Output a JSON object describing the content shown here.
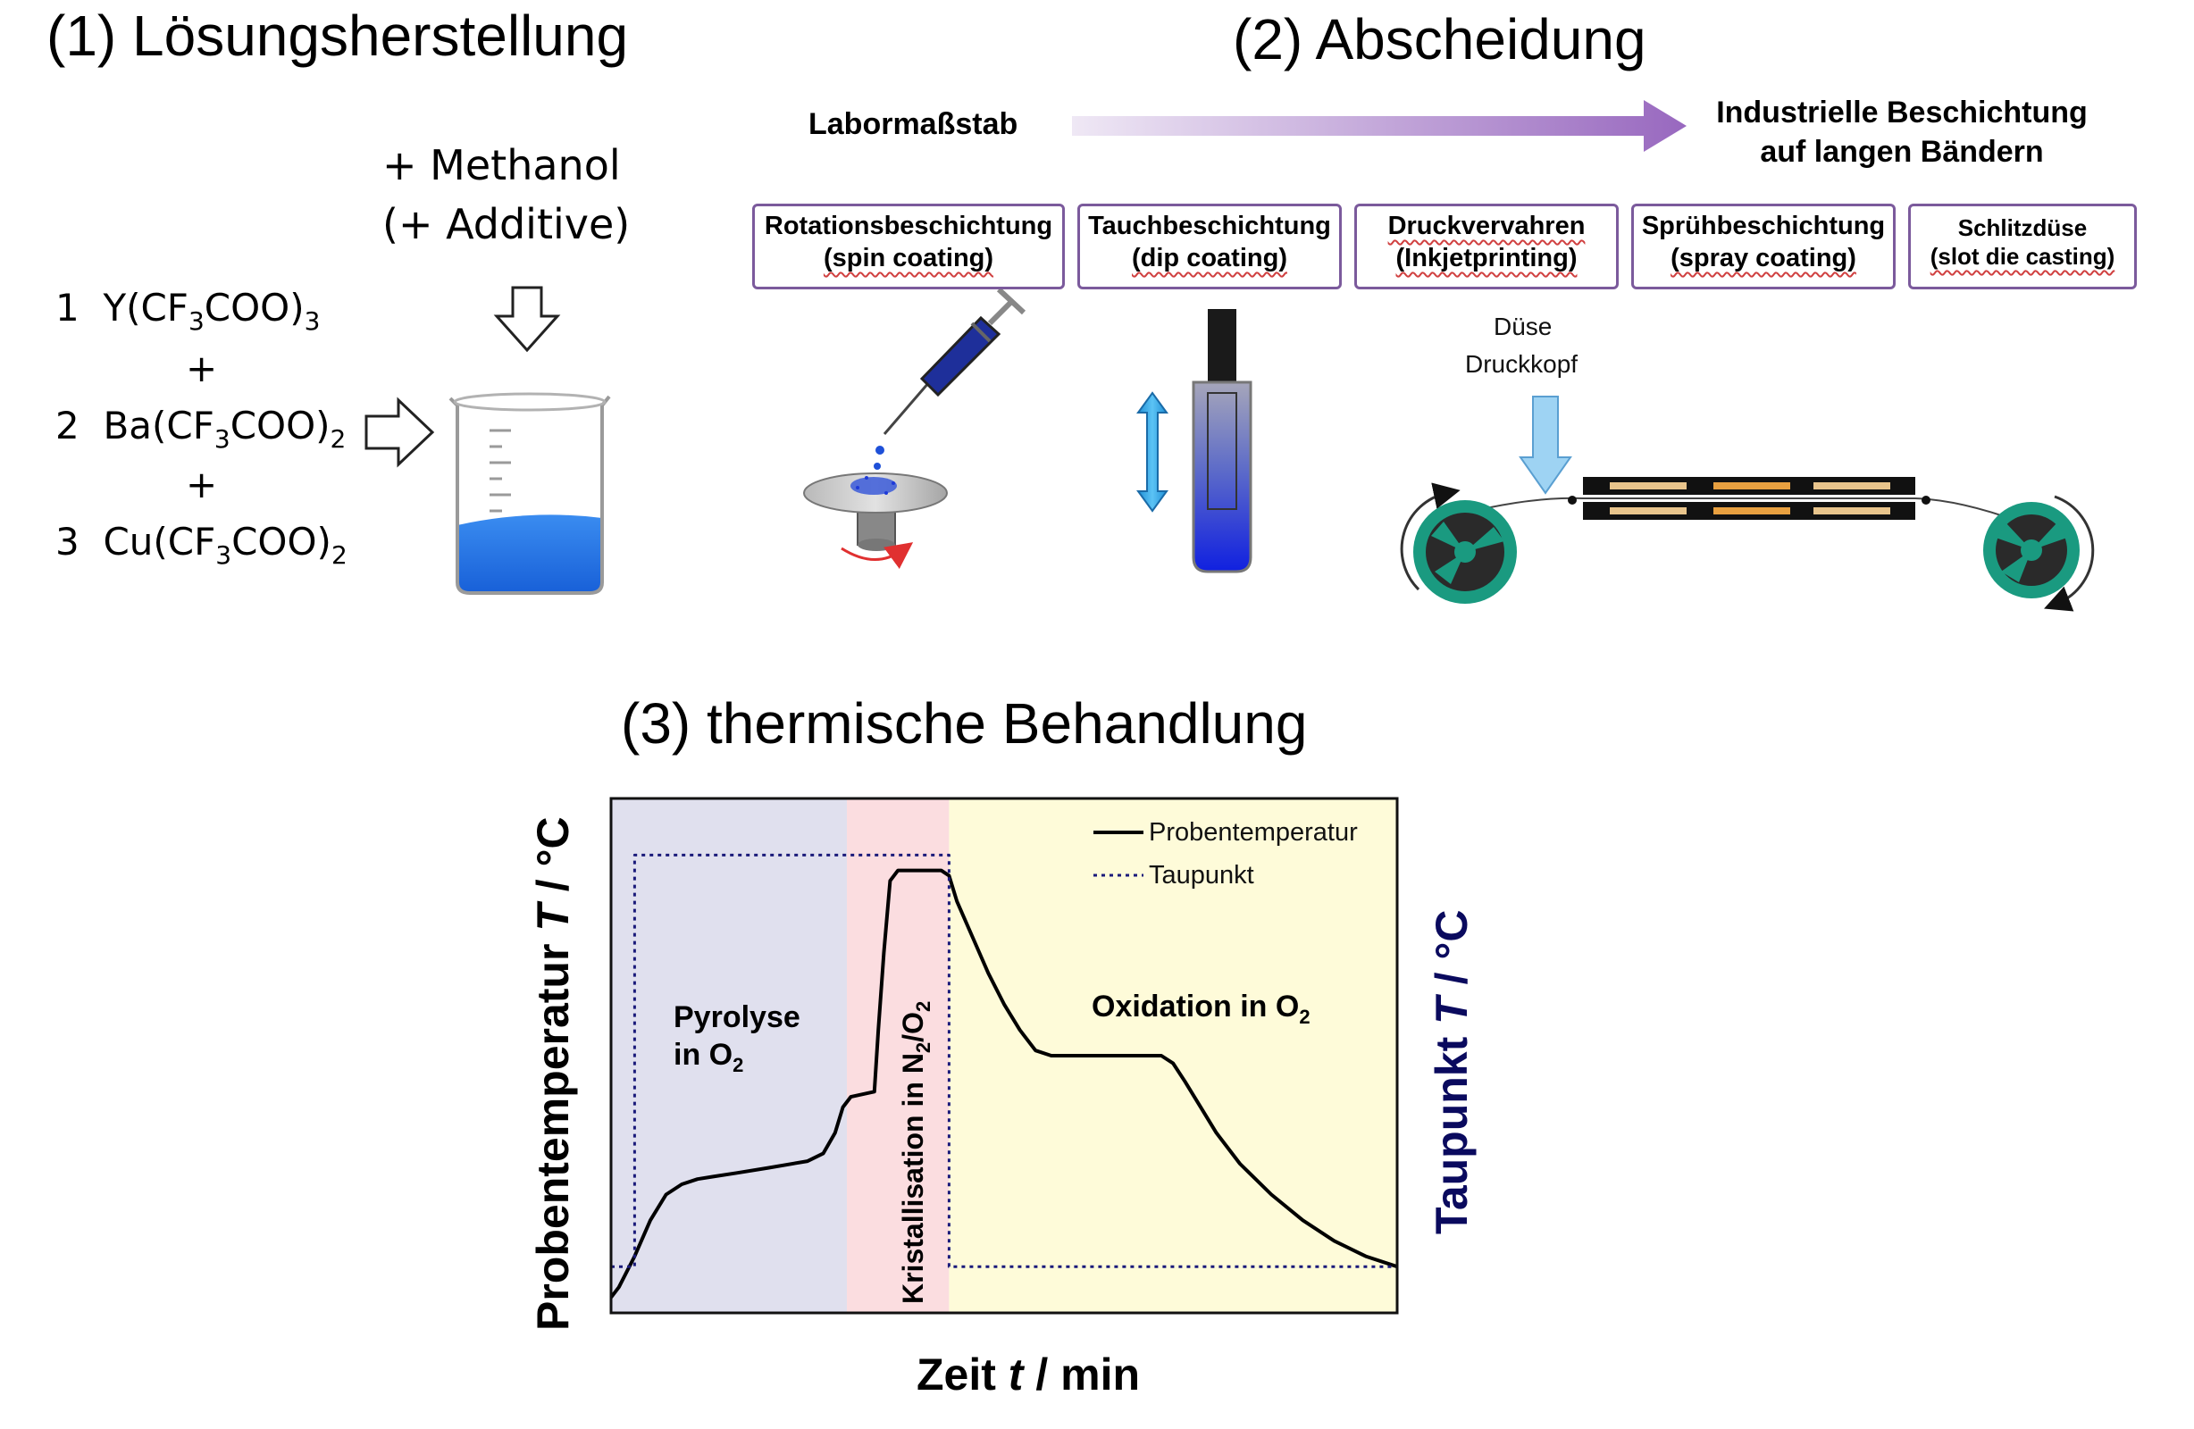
{
  "titles": {
    "s1": "(1) Lösungsherstellung",
    "s2": "(2) Abscheidung",
    "s3": "(3) thermische Behandlung"
  },
  "solution": {
    "additives_line1": "+ Methanol",
    "additives_line2": "(+ Additive)",
    "plus": "+",
    "r1_coef": "1",
    "r1_a": "Y(CF",
    "r1_s1": "3",
    "r1_b": "COO)",
    "r1_s2": "3",
    "r2_coef": "2",
    "r2_a": "Ba(CF",
    "r2_s1": "3",
    "r2_b": "COO)",
    "r2_s2": "2",
    "r3_coef": "3",
    "r3_a": "Cu(CF",
    "r3_s1": "3",
    "r3_b": "COO)",
    "r3_s2": "2"
  },
  "deposition": {
    "scale_left": "Labormaßstab",
    "scale_right_1": "Industrielle Beschichtung",
    "scale_right_2": "auf langen Bändern",
    "methods": [
      {
        "line1": "Rotationsbeschichtung",
        "line2": "(spin coating)",
        "fill": "#ffffff"
      },
      {
        "line1": "Tauchbeschichtung",
        "line2": "(dip coating)",
        "fill": "#ece6f2"
      },
      {
        "line1": "Druckvervahren",
        "line2": "(Inkjetprinting)",
        "fill": "#d9cde7"
      },
      {
        "line1": "Sprühbeschichtung",
        "line2": "(spray coating)",
        "fill": "#c9b5dc"
      },
      {
        "line1": "Schlitzdüse",
        "line2": "(slot die casting)",
        "fill": "#b9a0d1"
      }
    ],
    "nozzle_line1": "Düse",
    "nozzle_line2": "Druckkopf"
  },
  "chart_data": {
    "type": "line",
    "xlabel_pre": "Zeit ",
    "xlabel_var": "t",
    "xlabel_post": " / min",
    "ylabel_left_pre": "Probentemperatur ",
    "ylabel_left_var": "T",
    "ylabel_left_post": " / °C",
    "ylabel_right_pre": "Taupunkt ",
    "ylabel_right_var": "T",
    "ylabel_right_post": " / °C",
    "xlim": [
      0,
      100
    ],
    "ylim": [
      0,
      100
    ],
    "grid": false,
    "legend": "top-right",
    "regions": [
      {
        "x0": 0,
        "x1": 30,
        "color": "#e0e0ee"
      },
      {
        "x0": 30,
        "x1": 43,
        "color": "#fbdde0"
      },
      {
        "x0": 43,
        "x1": 100,
        "color": "#fefbd9"
      }
    ],
    "region_labels": {
      "pyrolyse_1": "Pyrolyse",
      "pyrolyse_2a": "in O",
      "pyrolyse_2s": "2",
      "kristall_a": "Kristallisation in N",
      "kristall_s1": "2",
      "kristall_b": "/O",
      "kristall_s2": "2",
      "oxidation_a": "Oxidation in O",
      "oxidation_s": "2"
    },
    "series": [
      {
        "name": "Probentemperatur",
        "style": "solid",
        "color": "#000000",
        "x": [
          0,
          1,
          3,
          5,
          7,
          9,
          11,
          13,
          16,
          20,
          25,
          27,
          28.5,
          29.5,
          30.5,
          32,
          33.5,
          34,
          34.7,
          35.5,
          36.5,
          38,
          42,
          43,
          44,
          46,
          48,
          50,
          52,
          54,
          56,
          58,
          62,
          66,
          70,
          71.5,
          73,
          75,
          77,
          80,
          84,
          88,
          92,
          96,
          100
        ],
        "values": [
          3,
          5,
          11,
          18,
          23,
          25,
          26,
          26.5,
          27.2,
          28.2,
          29.5,
          31,
          35,
          40,
          42,
          42.5,
          43,
          55,
          70,
          84,
          86,
          86,
          86,
          85,
          80,
          73,
          66,
          60,
          55,
          51,
          50,
          50,
          50,
          50,
          50,
          48.5,
          45,
          40,
          35,
          29,
          23,
          18,
          14,
          11,
          9
        ]
      },
      {
        "name": "Taupunkt",
        "style": "dotted",
        "color": "#1a1a7a",
        "x": [
          0,
          3,
          3,
          43,
          43,
          100
        ],
        "values": [
          9,
          9,
          89,
          89,
          9,
          9
        ]
      }
    ]
  }
}
